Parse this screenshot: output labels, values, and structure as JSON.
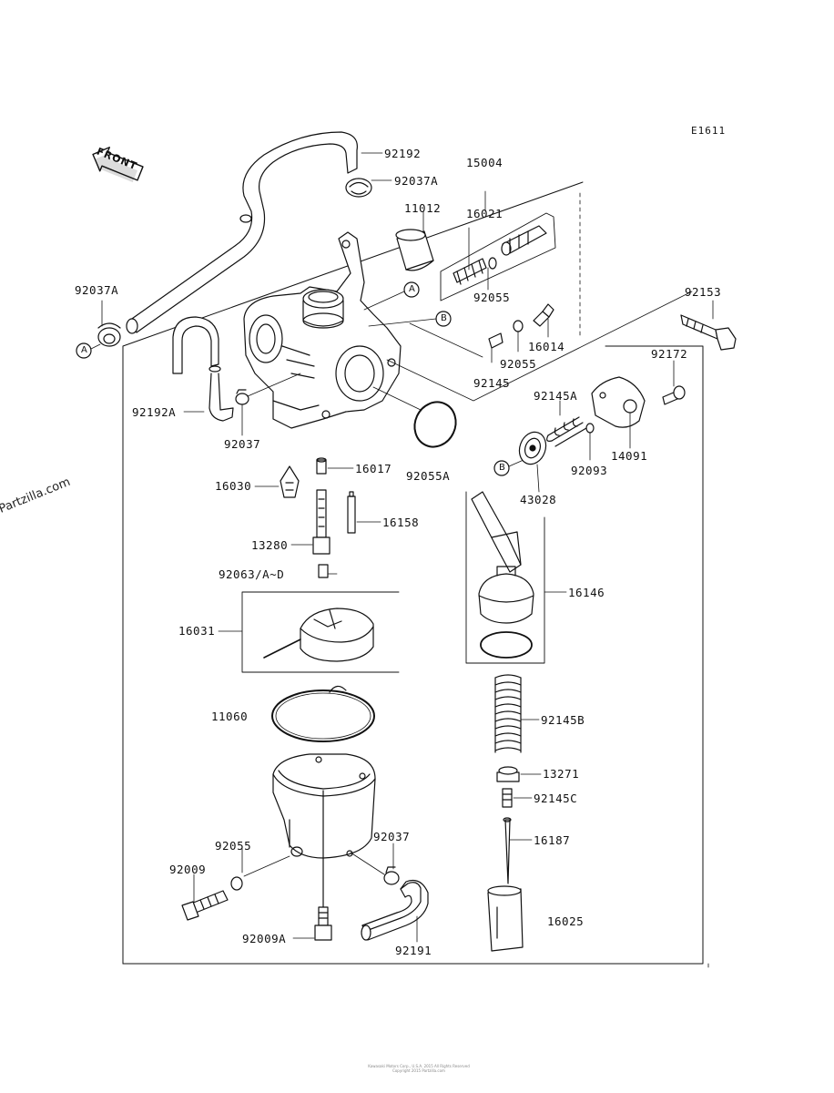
{
  "diagram_code": "E1611",
  "watermark": "© Partzilla.com",
  "front_label": "FRONT",
  "footer_line1": "Kawasaki Motors Corp., U.S.A. 2015 All Rights Reserved",
  "footer_line2": "Copyright 2015 Partzilla.com",
  "reference_markers": [
    "A",
    "B"
  ],
  "parts": [
    {
      "id": "p92192",
      "label": "92192"
    },
    {
      "id": "p92037A_top",
      "label": "92037A"
    },
    {
      "id": "p15004",
      "label": "15004"
    },
    {
      "id": "p11012",
      "label": "11012"
    },
    {
      "id": "p16021",
      "label": "16021"
    },
    {
      "id": "p92037A_left",
      "label": "92037A"
    },
    {
      "id": "p92055_top",
      "label": "92055"
    },
    {
      "id": "p92153",
      "label": "92153"
    },
    {
      "id": "p16014",
      "label": "16014"
    },
    {
      "id": "p92055_mid",
      "label": "92055"
    },
    {
      "id": "p92145",
      "label": "92145"
    },
    {
      "id": "p92172",
      "label": "92172"
    },
    {
      "id": "p92145A",
      "label": "92145A"
    },
    {
      "id": "p92192A",
      "label": "92192A"
    },
    {
      "id": "p92037_left",
      "label": "92037"
    },
    {
      "id": "p14091",
      "label": "14091"
    },
    {
      "id": "p92093",
      "label": "92093"
    },
    {
      "id": "p16017",
      "label": "16017"
    },
    {
      "id": "p92055A",
      "label": "92055A"
    },
    {
      "id": "p16030",
      "label": "16030"
    },
    {
      "id": "p43028",
      "label": "43028"
    },
    {
      "id": "p16158",
      "label": "16158"
    },
    {
      "id": "p13280",
      "label": "13280"
    },
    {
      "id": "p92063",
      "label": "92063/A~D"
    },
    {
      "id": "p16146",
      "label": "16146"
    },
    {
      "id": "p16031",
      "label": "16031"
    },
    {
      "id": "p11060",
      "label": "11060"
    },
    {
      "id": "p92145B",
      "label": "92145B"
    },
    {
      "id": "p13271",
      "label": "13271"
    },
    {
      "id": "p92145C",
      "label": "92145C"
    },
    {
      "id": "p92055_bot",
      "label": "92055"
    },
    {
      "id": "p92037_bot",
      "label": "92037"
    },
    {
      "id": "p16187",
      "label": "16187"
    },
    {
      "id": "p92009",
      "label": "92009"
    },
    {
      "id": "p16025",
      "label": "16025"
    },
    {
      "id": "p92009A",
      "label": "92009A"
    },
    {
      "id": "p92191",
      "label": "92191"
    }
  ]
}
